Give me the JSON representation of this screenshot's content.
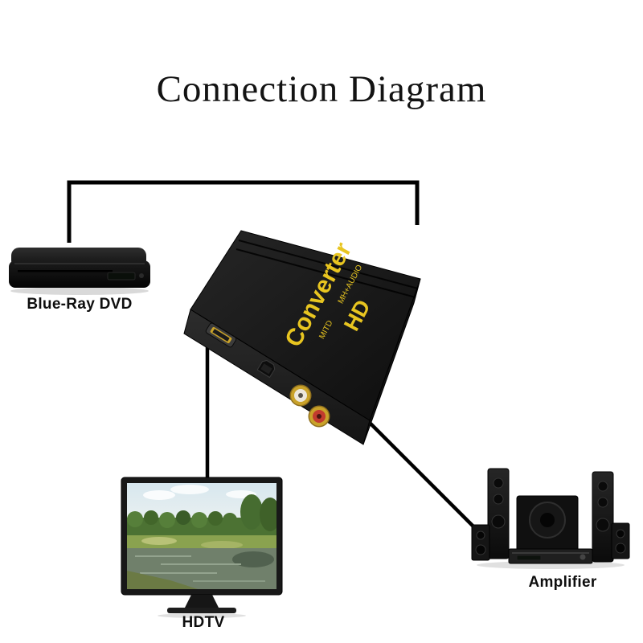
{
  "title": "Connection Diagram",
  "devices": {
    "bluray": {
      "label": "Blue-Ray DVD"
    },
    "converter": {
      "brand": "Converter",
      "model": "HD",
      "line_small_1": "MITD",
      "line_small_2": "MH+AUDIO"
    },
    "hdtv": {
      "label": "HDTV"
    },
    "amplifier": {
      "label": "Amplifier"
    }
  },
  "colors": {
    "connector": "#000000",
    "converter_text": "#e8c520",
    "hdmi_gold": "#c9a22a",
    "rca_white": "#ece7dc",
    "rca_red": "#c23b2e"
  }
}
